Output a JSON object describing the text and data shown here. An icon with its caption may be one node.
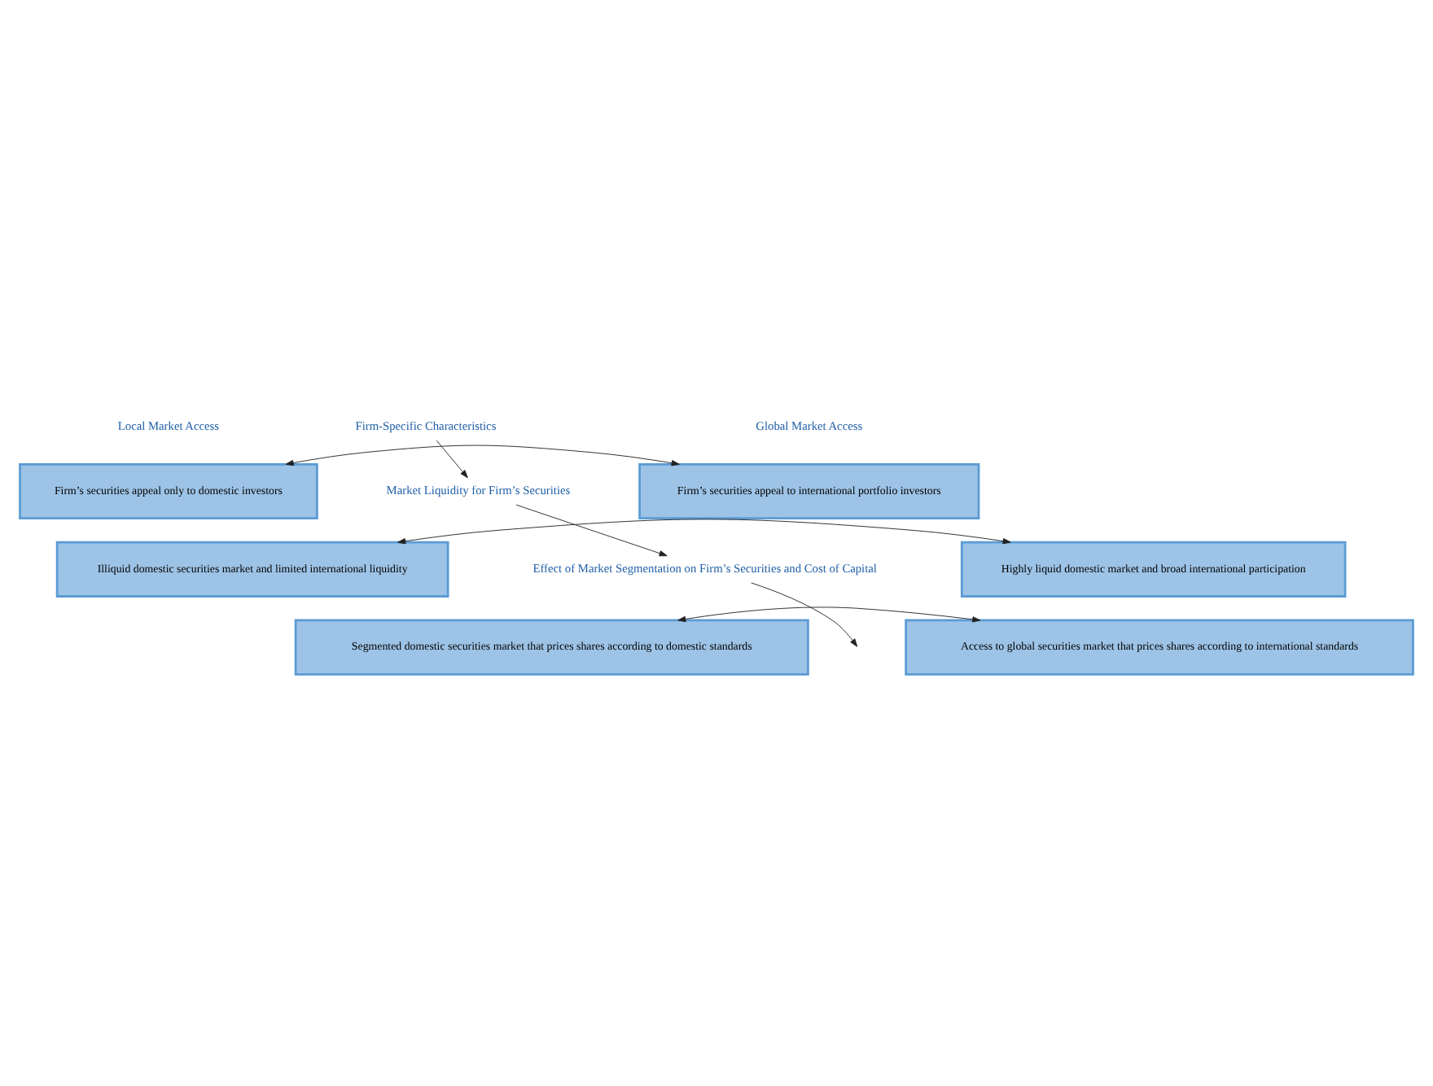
{
  "diagram": {
    "nodes": [
      {
        "text": [
          "Firm-Specific Characteristics"
        ]
      },
      {
        "text": [
          "Firm’s securities appeal only to domestic investors"
        ]
      },
      {
        "text": [
          "Firm’s securities appeal to international portfolio investors"
        ]
      },
      {
        "text": [
          "Market Liquidity for Firm’s Securities"
        ]
      },
      {
        "text": [
          "Illiquid domestic securities market and limited international liquidity"
        ]
      },
      {
        "text": [
          "Highly liquid domestic market and broad international participation"
        ]
      },
      {
        "text": [
          "Effect of Market Segmentation on Firm’s Securities and Cost of Capital"
        ]
      },
      {
        "text": [
          "Segmented domestic securities market that prices shares according to domestic standards"
        ]
      },
      {
        "text": [
          "Access to global securities market that prices shares according to international standards"
        ]
      }
    ],
    "edges": [
      {
        "from": 1,
        "to": 2,
        "arrow": "both"
      },
      {
        "from": 0,
        "to": 3,
        "arrow": "to"
      },
      {
        "from": 4,
        "to": 5,
        "arrow": "both"
      },
      {
        "from": 3,
        "to": 6,
        "arrow": "to"
      },
      {
        "from": 7,
        "to": 8,
        "arrow": "both"
      },
      {
        "from": 6,
        "to": null,
        "arrow": "to"
      }
    ],
    "labels": [
      "Local Market Access",
      "Global Market Access"
    ]
  }
}
